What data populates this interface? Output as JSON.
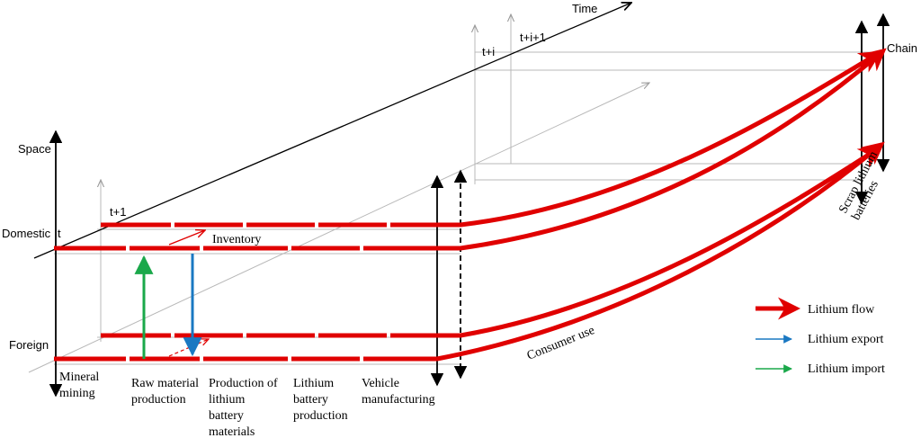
{
  "axes": {
    "time": "Time",
    "space": "Space",
    "chain": "Chain",
    "domestic": "Domestic",
    "foreign": "Foreign",
    "t": "t",
    "t_plus_1": "t+1",
    "t_plus_i": "t+i",
    "t_plus_i_plus_1": "t+i+1"
  },
  "annotations": {
    "inventory": "Inventory",
    "consumer_use": "Consumer use",
    "scrap_line1": "Scrap lithium",
    "scrap_line2": "batteries"
  },
  "stages": {
    "mineral_mining": [
      "Mineral",
      "mining"
    ],
    "raw_material": [
      "Raw material",
      "production"
    ],
    "battery_materials": [
      "Production of",
      "lithium",
      "battery",
      "materials"
    ],
    "battery_production": [
      "Lithium",
      "battery",
      "production"
    ],
    "vehicle": [
      "Vehicle",
      "manufacturing"
    ]
  },
  "legend": {
    "lithium_flow": "Lithium flow",
    "lithium_export": "Lithium export",
    "lithium_import": "Lithium import"
  },
  "colors": {
    "flow": "#e00000",
    "export": "#1a78c2",
    "import": "#1aa84a",
    "axis": "#000000",
    "grid": "#b0b0b0"
  }
}
